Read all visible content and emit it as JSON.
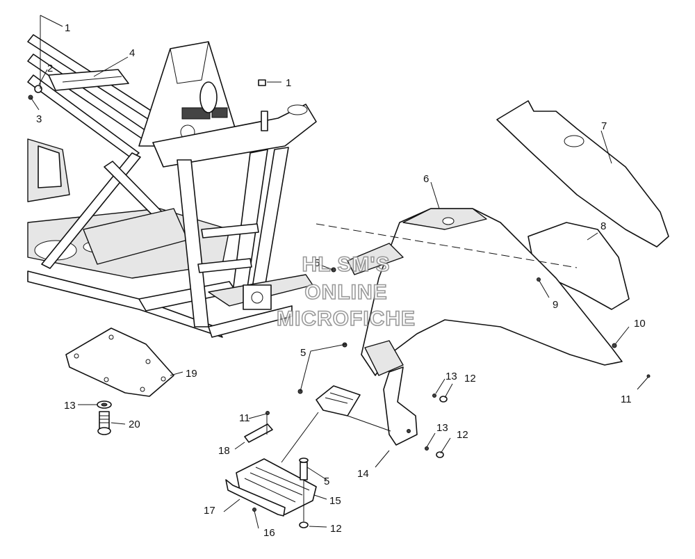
{
  "callouts": {
    "c1a": "1",
    "c1b": "1",
    "c2": "2",
    "c3": "3",
    "c4": "4",
    "c5a": "5",
    "c5b": "5",
    "c5c": "5",
    "c6": "6",
    "c7": "7",
    "c8": "8",
    "c9": "9",
    "c10": "10",
    "c11a": "11",
    "c11b": "11",
    "c12a": "12",
    "c12b": "12",
    "c12c": "12",
    "c13a": "13",
    "c13b": "13",
    "c13c": "13",
    "c14": "14",
    "c15": "15",
    "c16": "16",
    "c17": "17",
    "c18": "18",
    "c19": "19",
    "c20": "20"
  },
  "watermark": {
    "line1": "HL SM'S",
    "line2": "ONLINE",
    "line3": "MICROFICHE"
  }
}
